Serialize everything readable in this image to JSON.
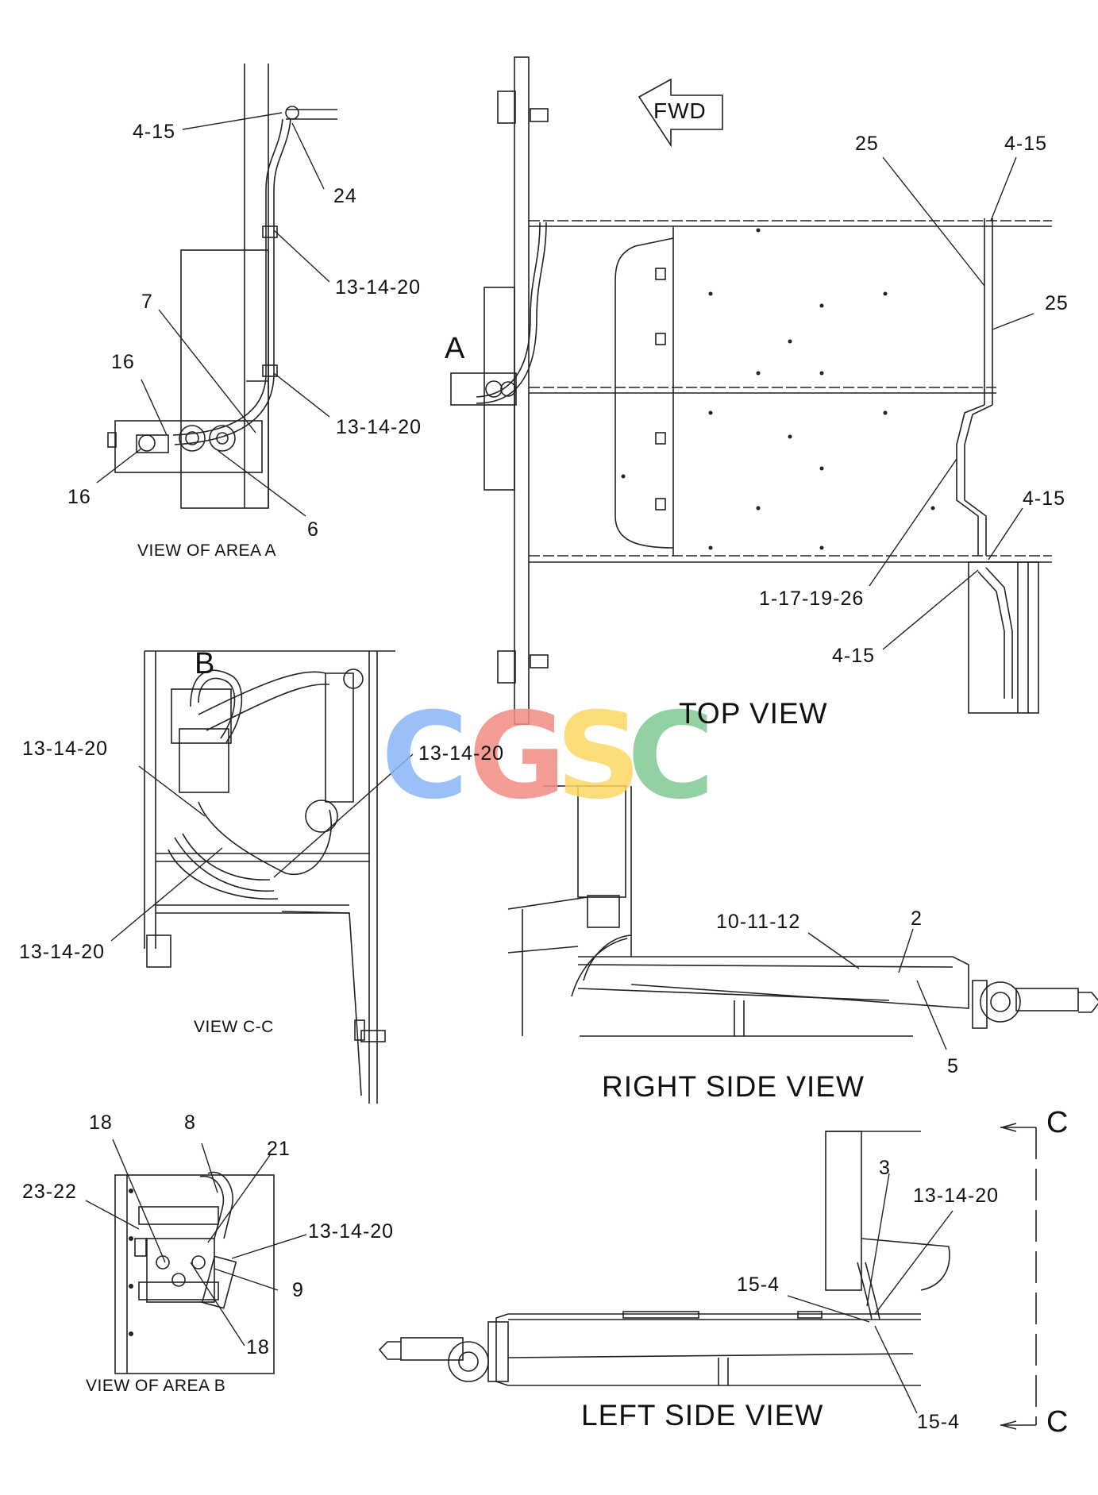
{
  "views": {
    "area_a": "VIEW OF AREA  A",
    "top": "TOP VIEW",
    "c_c": "VIEW C-C",
    "right": "RIGHT SIDE VIEW",
    "area_b": "VIEW OF AREA B",
    "left": "LEFT SIDE VIEW"
  },
  "markers": {
    "a": "A",
    "b": "B",
    "c_top": "C",
    "c_bottom": "C"
  },
  "fwd": "FWD",
  "callouts": {
    "a_4_15": "4-15",
    "a_24": "24",
    "a_13_14_20_top": "13-14-20",
    "a_7": "7",
    "a_16_top": "16",
    "a_13_14_20_bottom": "13-14-20",
    "a_16_bottom": "16",
    "a_6": "6",
    "t_25_left": "25",
    "t_4_15_top": "4-15",
    "t_25_right": "25",
    "t_4_15_mid": "4-15",
    "t_1_17_19_26": "1-17-19-26",
    "t_4_15_low": "4-15",
    "c_13_14_20_upper": "13-14-20",
    "c_13_14_20_right": "13-14-20",
    "c_13_14_20_lower": "13-14-20",
    "r_10_11_12": "10-11-12",
    "r_2": "2",
    "r_5": "5",
    "b_18_top": "18",
    "b_8": "8",
    "b_21": "21",
    "b_23_22": "23-22",
    "b_13_14_20": "13-14-20",
    "b_9": "9",
    "b_18_bottom": "18",
    "l_3": "3",
    "l_13_14_20": "13-14-20",
    "l_15_4_top": "15-4",
    "l_15_4_bottom": "15-4"
  },
  "watermark": {
    "letters": [
      "C",
      "G",
      "S",
      "C"
    ],
    "colors": [
      "#8ab4f8",
      "#f28b82",
      "#fdd663",
      "#81c995"
    ]
  }
}
